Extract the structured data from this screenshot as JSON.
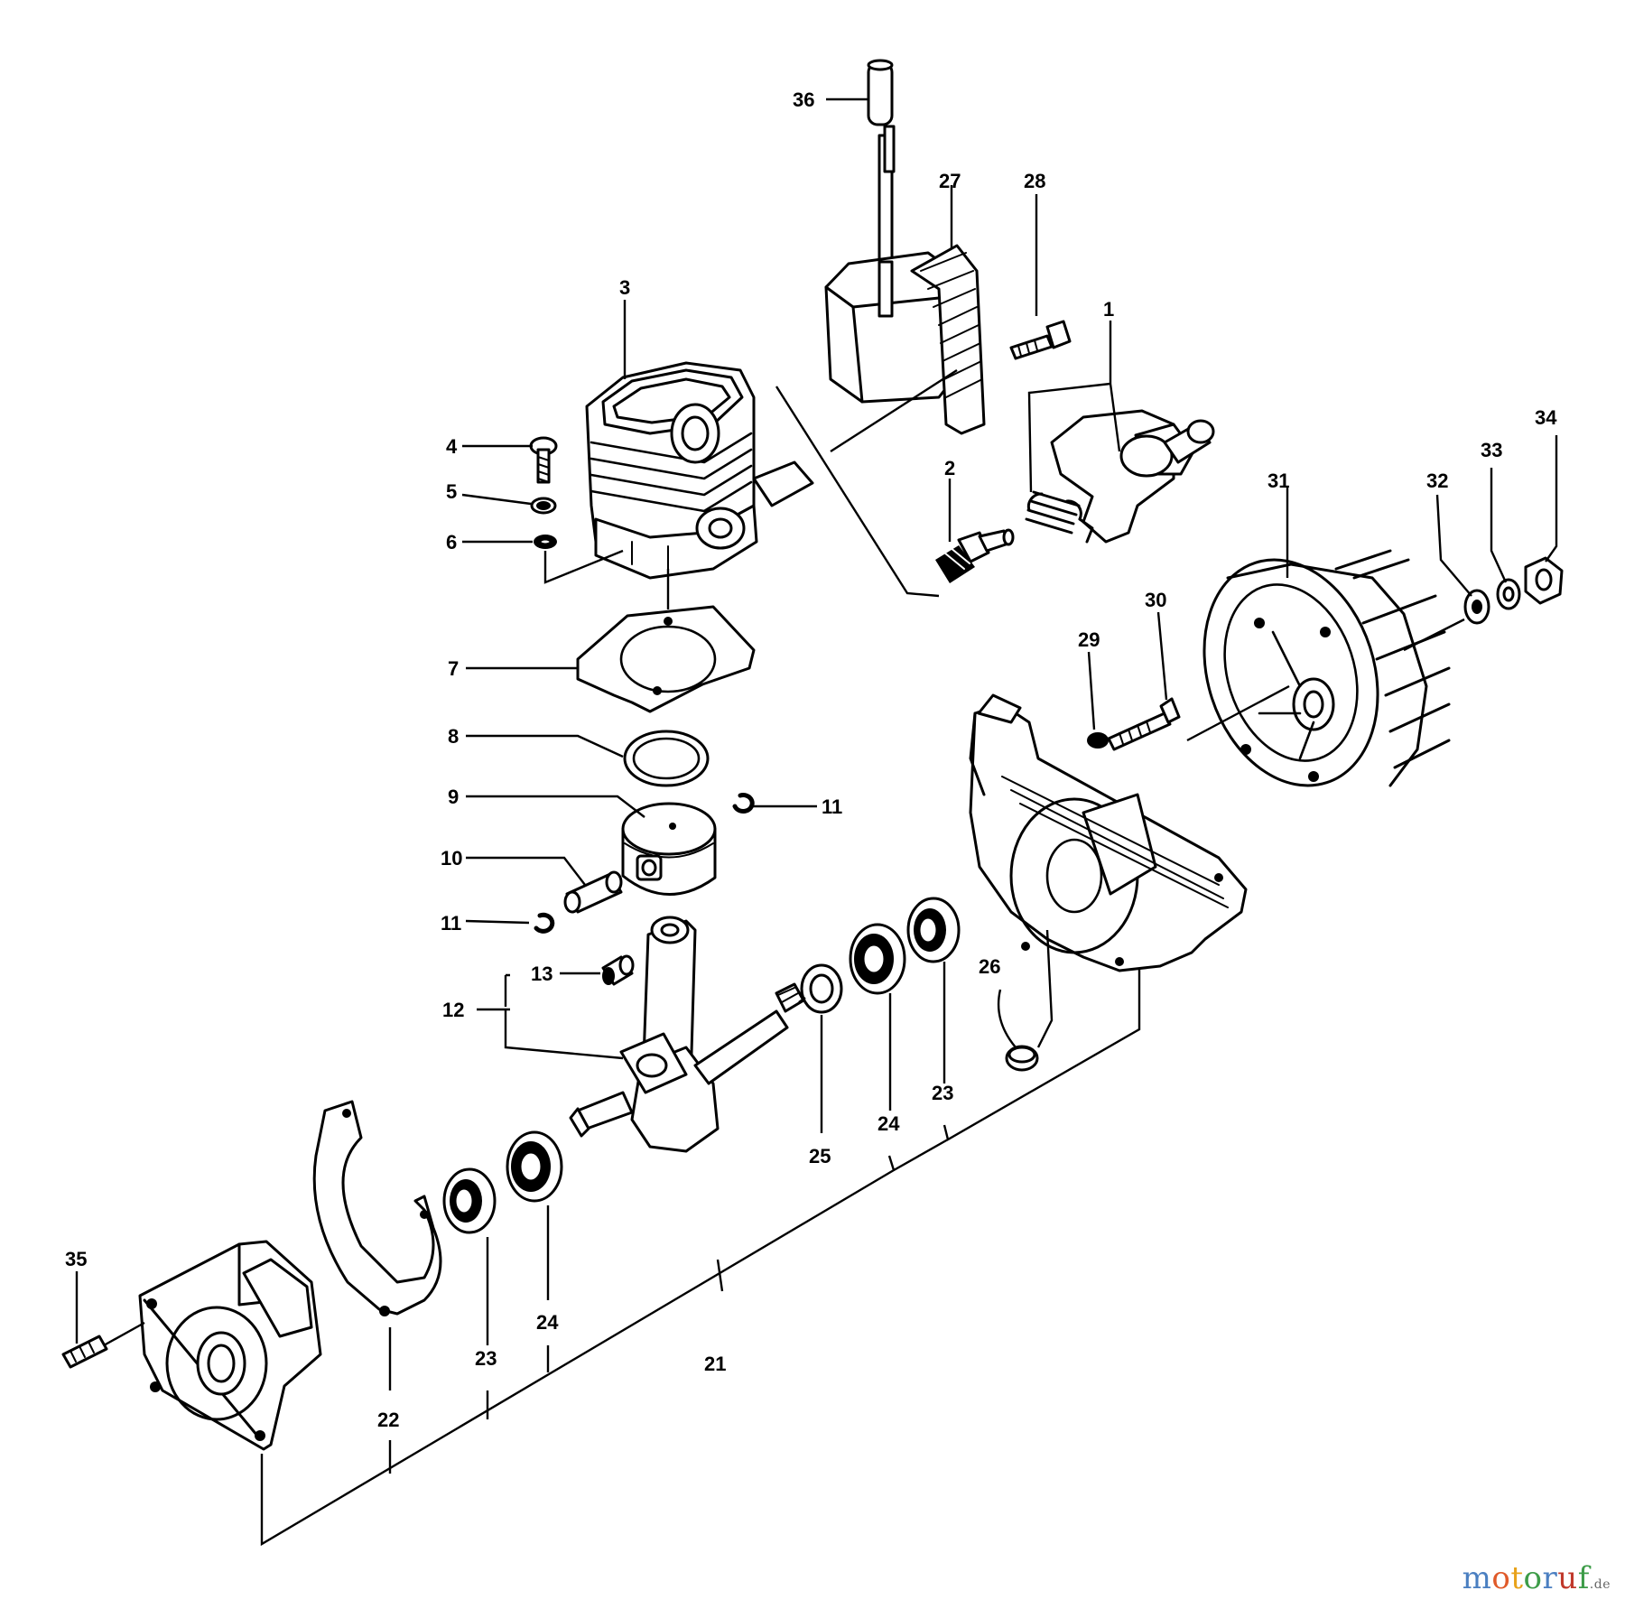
{
  "labels": [
    "36",
    "27",
    "28",
    "3",
    "1",
    "4",
    "5",
    "6",
    "2",
    "34",
    "33",
    "32",
    "31",
    "30",
    "29",
    "7",
    "8",
    "9",
    "11",
    "10",
    "11",
    "13",
    "12",
    "26",
    "25",
    "24",
    "23",
    "35",
    "22",
    "23",
    "24",
    "21"
  ],
  "watermark": {
    "letters": [
      {
        "ch": "m",
        "color": "#4a7fc1"
      },
      {
        "ch": "o",
        "color": "#e05a2a"
      },
      {
        "ch": "t",
        "color": "#e8a21a"
      },
      {
        "ch": "o",
        "color": "#3d9c48"
      },
      {
        "ch": "r",
        "color": "#4a7fc1"
      },
      {
        "ch": "u",
        "color": "#c0392b"
      },
      {
        "ch": "f",
        "color": "#3d9c48"
      }
    ],
    "suffix": ".de"
  }
}
